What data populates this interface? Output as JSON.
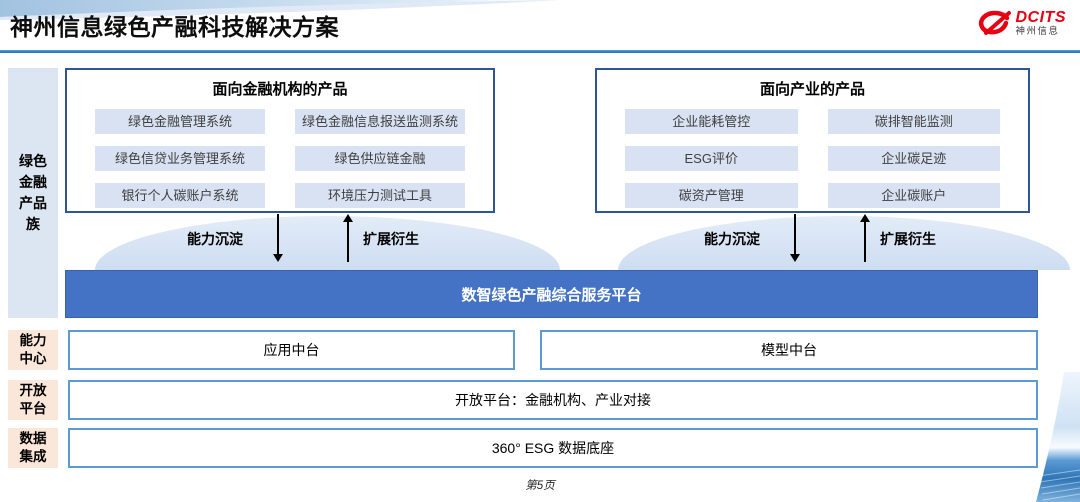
{
  "colors": {
    "platform_blue": "#4472C4",
    "group_border_blue": "#2E5597",
    "row_border_blue": "#5B9BD5",
    "item_bg_blue": "#D9E2F3",
    "sidebar_blue_bg": "#DCE6F3",
    "sidebar_peach_bg": "#FBE6DA",
    "title_rule_blue": "#2E75B6",
    "logo_red": "#E60012"
  },
  "header": {
    "title": "神州信息绿色产融科技解决方案",
    "logo": {
      "brand": "DCITS",
      "brand_sub": "神州信息"
    }
  },
  "sidebar": {
    "product_family_label": "绿色金融产品族",
    "capability_center_label": "能力中心",
    "open_platform_label": "开放平台",
    "data_integration_label": "数据集成"
  },
  "product_groups": [
    {
      "title": "面向金融机构的产品",
      "items": [
        "绿色金融管理系统",
        "绿色金融信息报送监测系统",
        "绿色信贷业务管理系统",
        "绿色供应链金融",
        "银行个人碳账户系统",
        "环境压力测试工具"
      ]
    },
    {
      "title": "面向产业的产品",
      "items": [
        "企业能耗管控",
        "碳排智能监测",
        "ESG评价",
        "企业碳足迹",
        "碳资产管理",
        "企业碳账户"
      ]
    }
  ],
  "flows": {
    "down_label": "能力沉淀",
    "up_label": "扩展衍生"
  },
  "platform_bar": {
    "label": "数智绿色产融综合服务平台"
  },
  "capability_row": {
    "items": [
      "应用中台",
      "模型中台"
    ]
  },
  "open_platform_row": {
    "label": "开放平台：金融机构、产业对接"
  },
  "data_row": {
    "label": "360° ESG 数据底座"
  },
  "footer": {
    "page_label": "第5页"
  }
}
